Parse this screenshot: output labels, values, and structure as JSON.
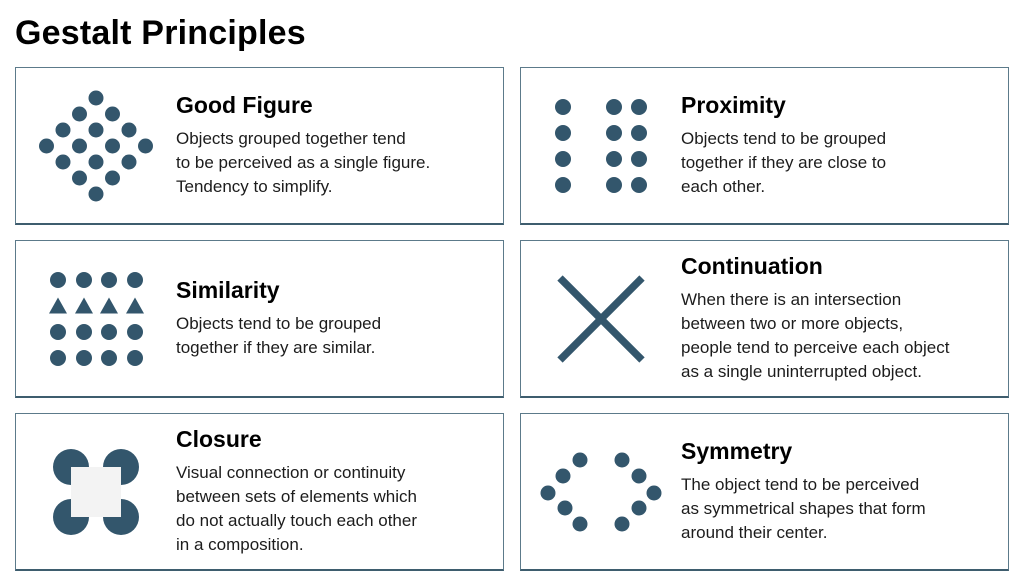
{
  "page": {
    "title": "Gestalt Principles"
  },
  "colors": {
    "accent": "#33566C",
    "card_border": "#5C7A8A",
    "card_border_bottom": "#3E5D6E",
    "closure_square": "#F3F3F3",
    "text": "#1C1C1C",
    "background": "#FFFFFF"
  },
  "cards": [
    {
      "title": "Good Figure",
      "description": "Objects grouped together tend\nto be perceived as a single figure.\nTendency to simplify.",
      "icon": "diamond-dot-grid-icon"
    },
    {
      "title": "Proximity",
      "description": "Objects tend to be grouped\ntogether if they are close to\neach other.",
      "icon": "dot-groups-icon"
    },
    {
      "title": "Similarity",
      "description": "Objects tend to be grouped\ntogether if they are similar.",
      "icon": "circles-and-triangles-icon"
    },
    {
      "title": "Continuation",
      "description": "When there is an intersection\nbetween two or more objects,\npeople tend to perceive each object\nas a single uninterrupted object.",
      "icon": "crossed-lines-icon"
    },
    {
      "title": "Closure",
      "description": "Visual connection or continuity\nbetween sets of elements which\ndo not actually touch each other\nin a composition.",
      "icon": "circles-square-overlay-icon"
    },
    {
      "title": "Symmetry",
      "description": "The object tend to be perceived\nas symmetrical shapes that form\naround their center.",
      "icon": "mirrored-dot-chevrons-icon"
    }
  ]
}
